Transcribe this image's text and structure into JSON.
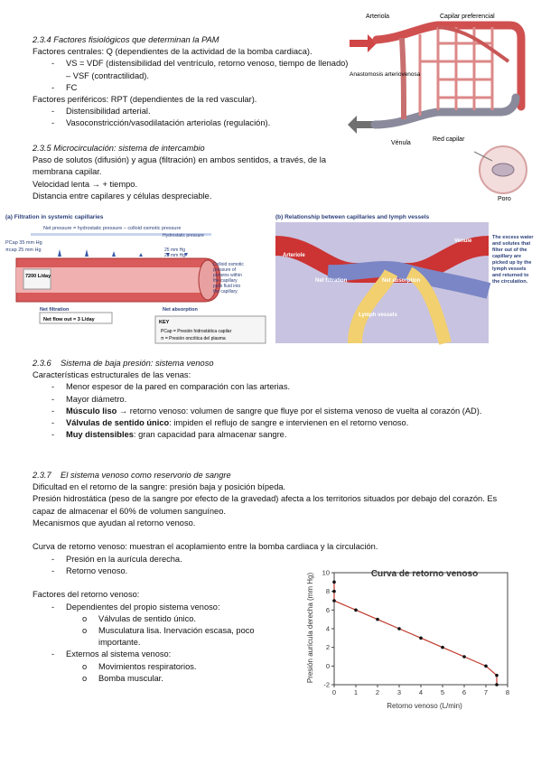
{
  "s234": {
    "heading": "2.3.4 Factores fisiológicos que determinan la PAM",
    "central": "Factores centrales: Q (dependientes de la actividad de la bomba cardiaca).",
    "central_items": [
      "VS = VDF (distensibilidad del ventrículo, retorno venoso, tiempo de llenado) – VSF (contractilidad).",
      "FC"
    ],
    "peripheral": "Factores periféricos: RPT (dependientes de la red vascular).",
    "peripheral_items": [
      "Distensibilidad arterial.",
      "Vasoconstricción/vasodilatación arteriolas (regulación)."
    ]
  },
  "s235": {
    "heading": "2.3.5 Microcirculación: sistema de intercambio",
    "lines": [
      "Paso de solutos (difusión) y agua (filtración) en ambos sentidos, a través, de la membrana capilar.",
      "Velocidad lenta → + tiempo.",
      "Distancia entre capilares y células despreciable."
    ]
  },
  "capillary_diagram": {
    "labels": [
      "Arteriola",
      "Capilar preferencial",
      "Anastomosis arteriovenosa",
      "Vénula",
      "Red capilar",
      "Poro"
    ]
  },
  "filtration_fig": {
    "title": "(a) Filtration in systemic capillaries",
    "net_pressure": "Net pressure = hydrostatic pressure – colloid osmotic pressure",
    "pcap_start": "PCap 35 mm Hg",
    "pi_start": "πcap 25 mm Hg",
    "hydro_note": "Hydrostatic pressure PCap forces fluid out of the capillary.",
    "pcap_end": "25 mm Hg",
    "pi_end": "25 mm Hg",
    "flow": "7200 L/day",
    "colloid_note": "Colloid osmotic pressure of proteins within the capillary pulls fluid into the capillary.",
    "net_filtration": "Net filtration",
    "net_absorption": "Net absorption",
    "net_flow": "Net flow out = 3 L/day",
    "key_title": "KEY",
    "key_items": [
      "PCap = Presión hidrostática capilar",
      "π = Presión oncótica del plasma"
    ]
  },
  "lymph_fig": {
    "title": "(b) Relationship between capillaries and lymph vessels",
    "labels": [
      "Arteriole",
      "Venule",
      "Net filtration",
      "Net absorption",
      "Lymph vessels"
    ],
    "note": "The excess water and solutes that filter out of the capillary are picked up by the lymph vessels and returned to the circulation."
  },
  "s236": {
    "number": "2.3.6",
    "title": "Sistema de baja presión: sistema venoso",
    "intro": "Características estructurales de las venas:",
    "items": [
      {
        "bold": "",
        "text": "Menor espesor de la pared en comparación con las arterias."
      },
      {
        "bold": "",
        "text": "Mayor diámetro."
      },
      {
        "bold": "Músculo liso",
        "text": " → retorno venoso: volumen de sangre que fluye por el sistema venoso de vuelta al corazón (AD)."
      },
      {
        "bold": "Válvulas de sentido único",
        "text": ": impiden el reflujo de sangre e intervienen en el retorno venoso."
      },
      {
        "bold": "Muy distensibles",
        "text": ": gran capacidad para almacenar sangre."
      }
    ]
  },
  "s237": {
    "number": "2.3.7",
    "title": "El sistema venoso como reservorio de sangre",
    "lines": [
      "Dificultad en el retorno de la sangre: presión baja y posición bípeda.",
      "Presión hidrostática (peso de la sangre por efecto de la gravedad) afecta a los territorios situados por debajo del corazón. Es capaz de almacenar el 60% de volumen sanguíneo.",
      "Mecanismos que ayudan al retorno venoso."
    ],
    "curve_text": "Curva de retorno venoso: muestran el acoplamiento entre la bomba cardiaca y la circulación.",
    "curve_items": [
      "Presión en la aurícula derecha.",
      "Retorno venoso."
    ],
    "factors": "Factores del retorno venoso:",
    "dependent": "Dependientes del propio sistema venoso:",
    "dependent_items": [
      "Válvulas de sentido único.",
      "Musculatura lisa. Inervación escasa, poco importante."
    ],
    "external": "Externos al sistema venoso:",
    "external_items": [
      "Movimientos respiratorios.",
      "Bomba muscular."
    ]
  },
  "chart_data": {
    "type": "line",
    "title": "Curva de retorno venoso",
    "xlabel": "Retorno venoso (L/min)",
    "ylabel": "Presión aurícula derecha (mm Hg)",
    "xlim": [
      0,
      8
    ],
    "ylim": [
      -2,
      10
    ],
    "xticks": [
      0,
      1,
      2,
      3,
      4,
      5,
      6,
      7,
      8
    ],
    "yticks": [
      -2,
      0,
      2,
      4,
      6,
      8,
      10
    ],
    "grid": false,
    "line_color": "#c0392b",
    "series": [
      {
        "x": [
          0,
          0,
          0,
          1,
          2,
          3,
          4,
          5,
          6,
          7,
          7.5,
          7.5
        ],
        "y": [
          9,
          8,
          7,
          6,
          5,
          4,
          3,
          2,
          1,
          0,
          -1,
          -2
        ]
      }
    ]
  },
  "bullet_dash": "-",
  "bullet_circle": "o"
}
